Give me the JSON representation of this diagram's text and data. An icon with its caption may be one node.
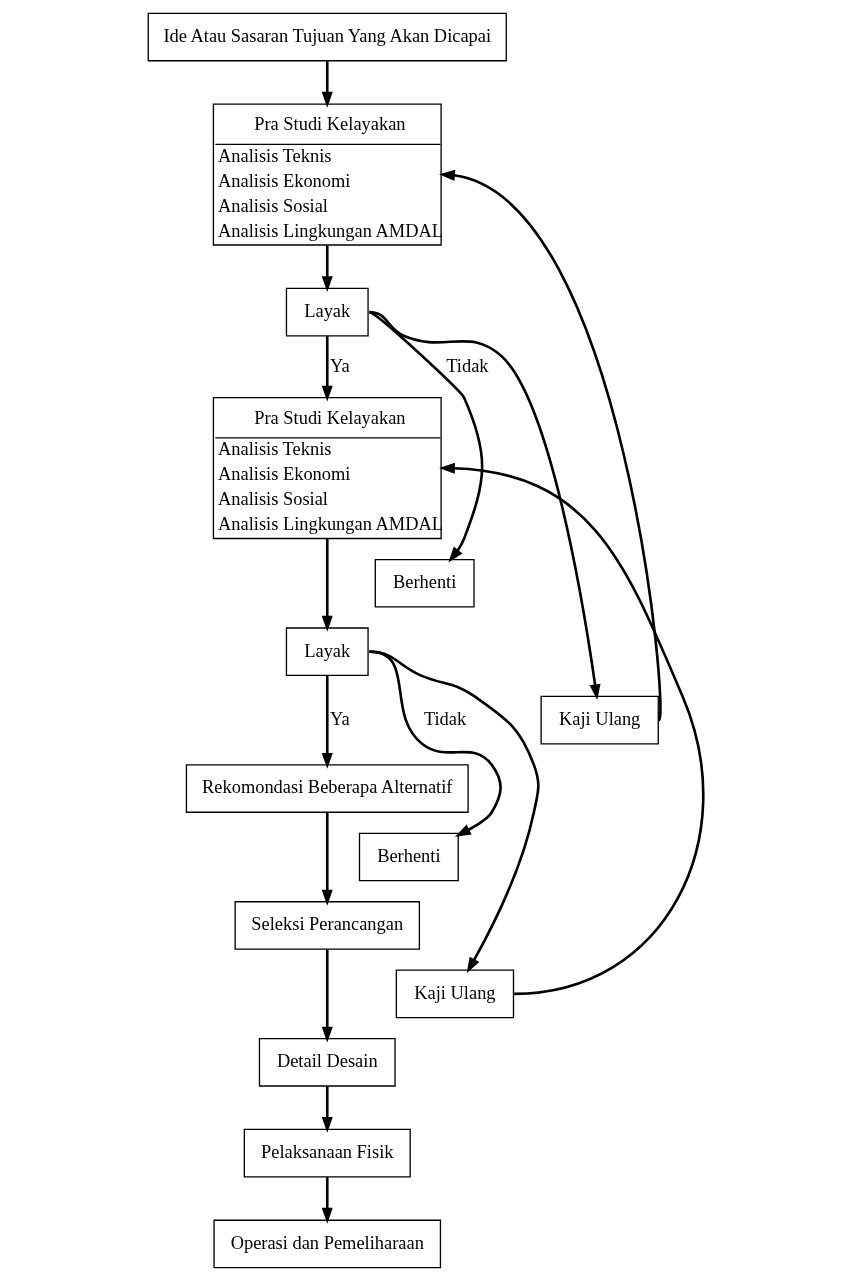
{
  "diagram": {
    "nodes": [
      {
        "text": [
          "Ide Atau Sasaran Tujuan Yang Akan Dicapai"
        ]
      },
      {
        "text": [
          "Pra Studi Kelayakan",
          "Analisis Teknis",
          "Analisis Ekonomi",
          "Analisis Sosial",
          "Analisis Lingkungan AMDAL"
        ]
      },
      {
        "text": [
          "Layak"
        ]
      },
      {
        "text": [
          "Berhenti"
        ]
      },
      {
        "text": [
          "Kaji Ulang"
        ]
      },
      {
        "text": [
          "Pra Studi Kelayakan",
          "Analisis Teknis",
          "Analisis Ekonomi",
          "Analisis Sosial",
          "Analisis Lingkungan AMDAL"
        ]
      },
      {
        "text": [
          "Layak"
        ]
      },
      {
        "text": [
          "Berhenti"
        ]
      },
      {
        "text": [
          "Kaji Ulang"
        ]
      },
      {
        "text": [
          "Rekomondasi Beberapa Alternatif"
        ]
      },
      {
        "text": [
          "Seleksi Perancangan"
        ]
      },
      {
        "text": [
          "Detail Desain"
        ]
      },
      {
        "text": [
          "Pelaksanaan Fisik"
        ]
      },
      {
        "text": [
          "Operasi dan Pemeliharaan"
        ]
      }
    ],
    "edges": [
      {
        "from": 0,
        "to": 1,
        "arrow": "to"
      },
      {
        "from": 1,
        "to": 2,
        "arrow": "to"
      },
      {
        "from": 2,
        "to": 3,
        "arrow": "to",
        "label": "Tidak"
      },
      {
        "from": 2,
        "to": 4,
        "arrow": "to"
      },
      {
        "from": 2,
        "to": 5,
        "arrow": "to",
        "label": "Ya"
      },
      {
        "from": 4,
        "to": 1,
        "arrow": "to"
      },
      {
        "from": 5,
        "to": 6,
        "arrow": "to"
      },
      {
        "from": 6,
        "to": 7,
        "arrow": "to",
        "label": "Tidak"
      },
      {
        "from": 6,
        "to": 8,
        "arrow": "to"
      },
      {
        "from": 6,
        "to": 9,
        "arrow": "to",
        "label": "Ya"
      },
      {
        "from": 8,
        "to": 5,
        "arrow": "to"
      },
      {
        "from": 9,
        "to": 10,
        "arrow": "to"
      },
      {
        "from": 10,
        "to": 11,
        "arrow": "to"
      },
      {
        "from": 11,
        "to": 12,
        "arrow": "to"
      },
      {
        "from": 12,
        "to": 13,
        "arrow": "to"
      }
    ]
  }
}
